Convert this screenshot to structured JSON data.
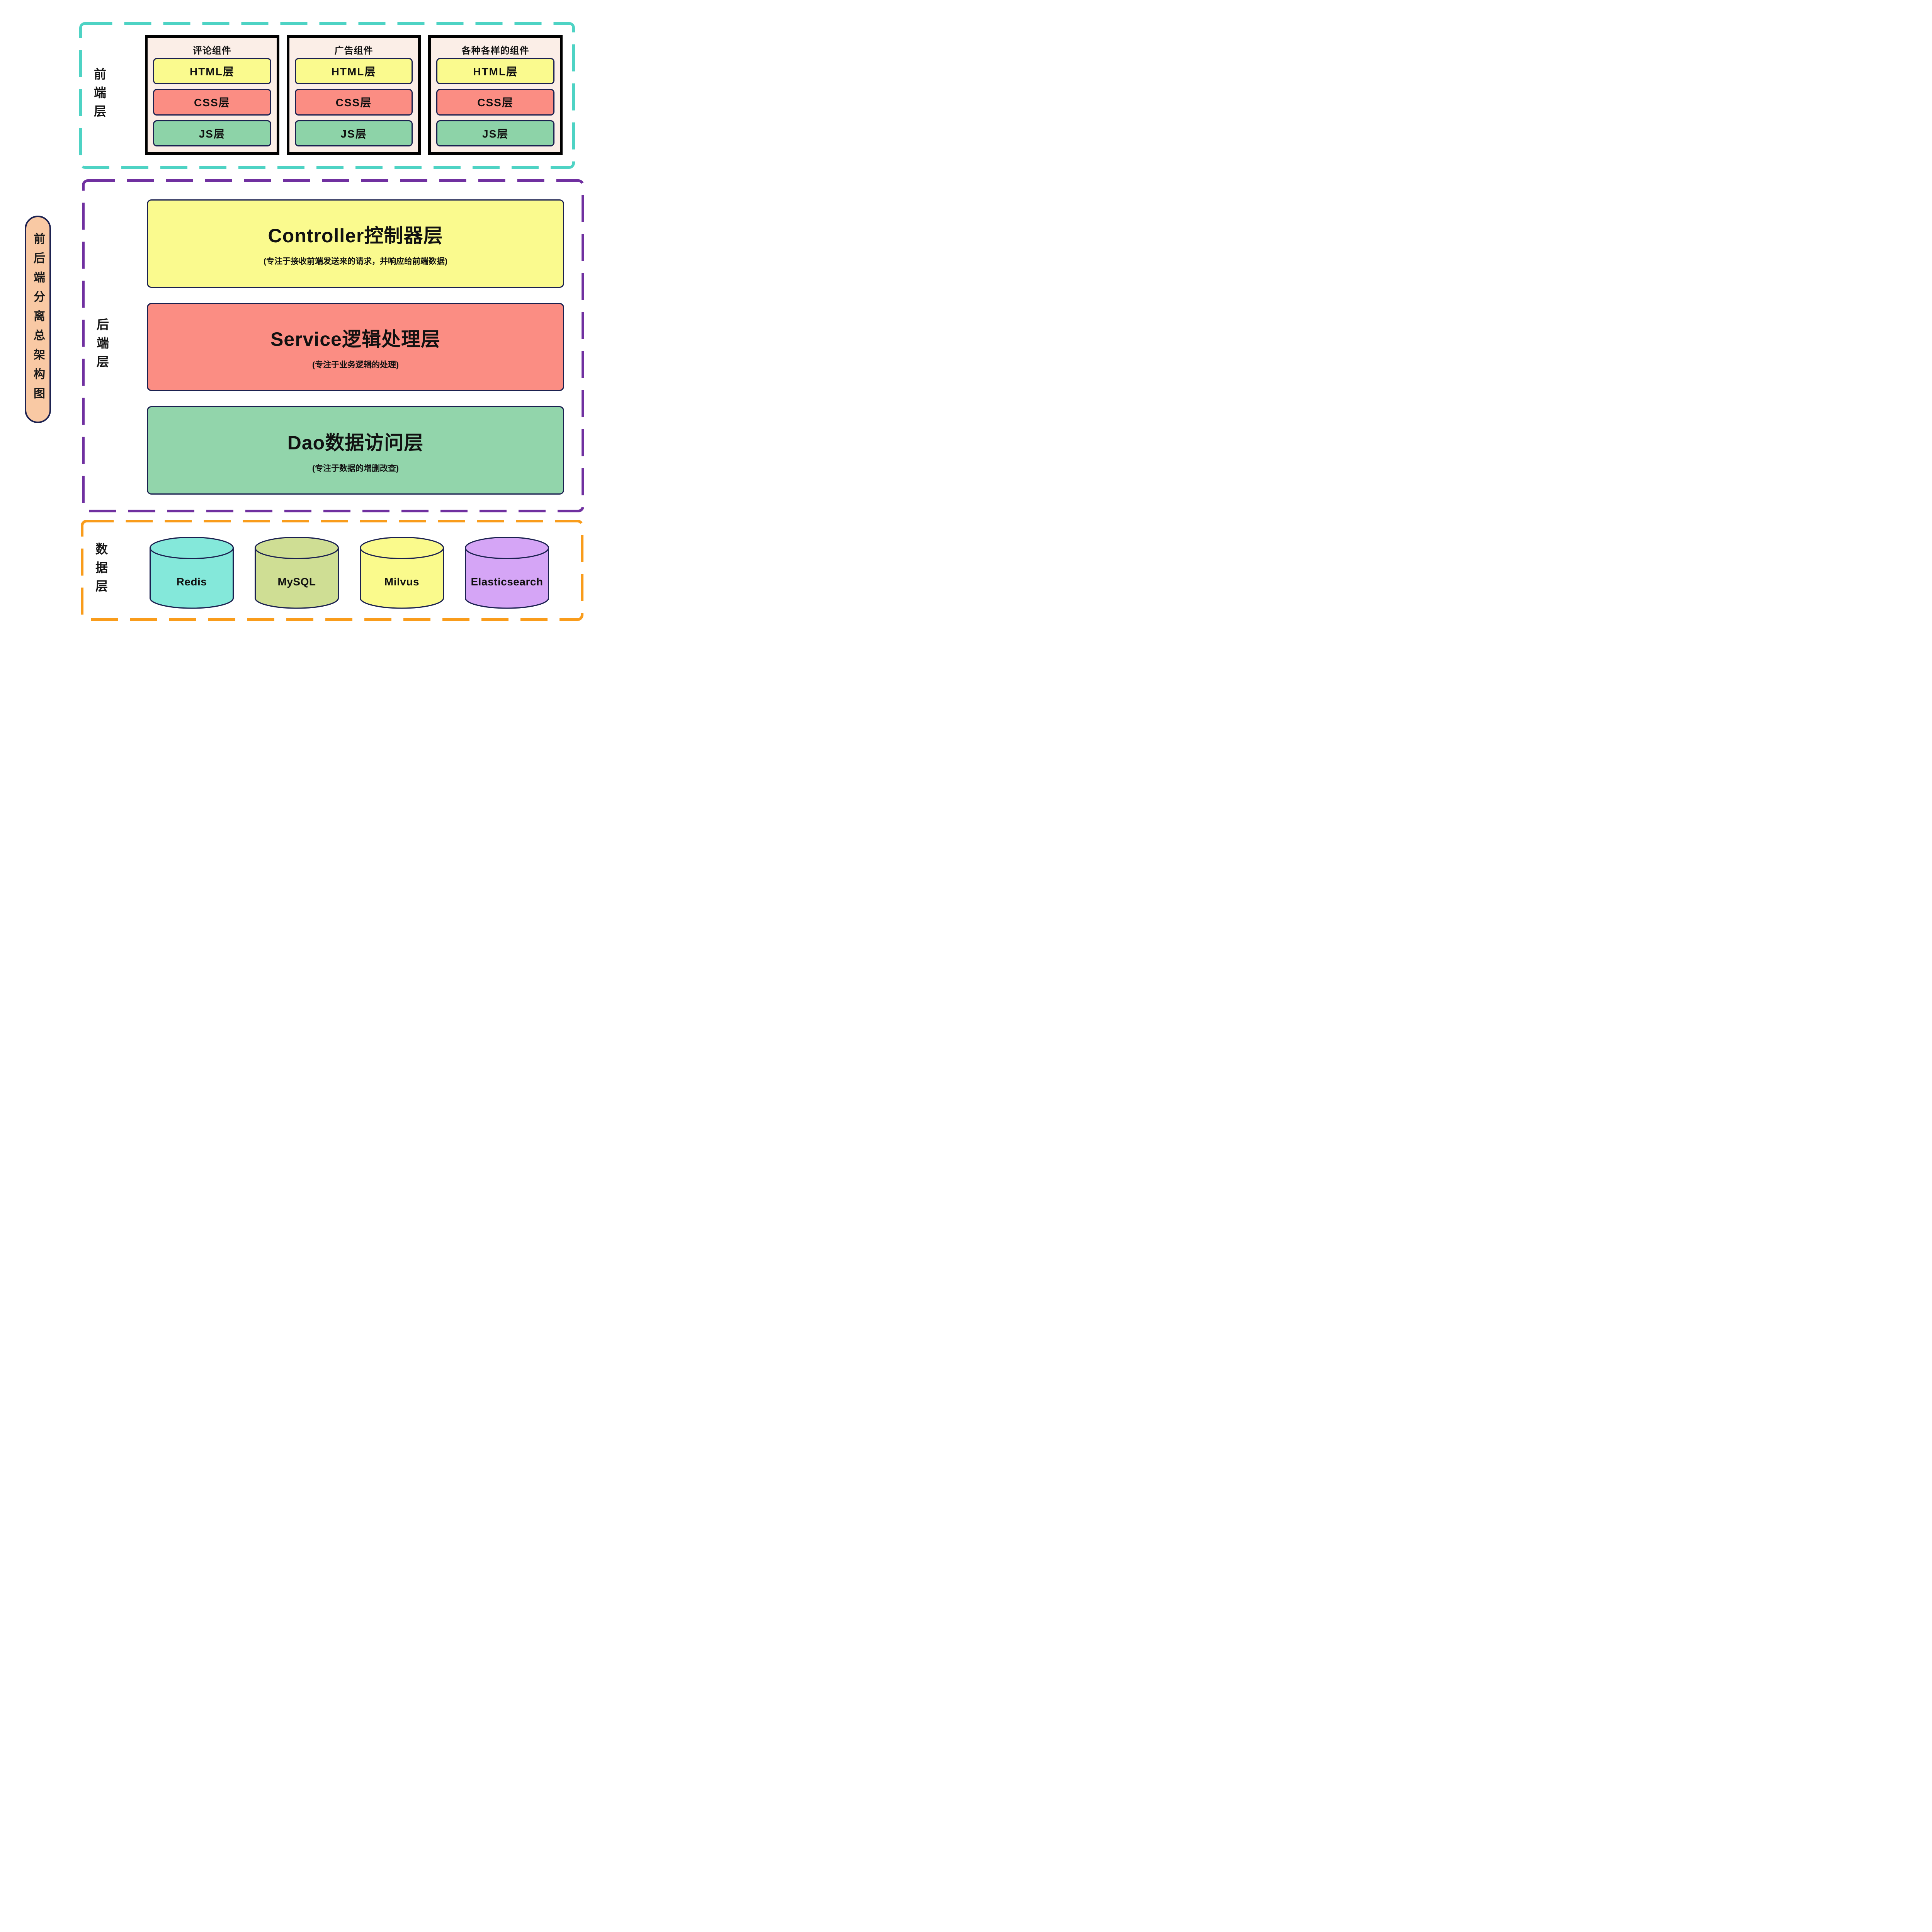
{
  "colors": {
    "outline_navy": "#1B2150",
    "card_border_black": "#000000",
    "background": "#FFFFFF"
  },
  "title_pill": {
    "text": "前后端分离总架构图",
    "color": "#F9C9A4"
  },
  "sections": {
    "frontend": {
      "label": "前端层",
      "border_color": "#4ED3C4",
      "card_bg": "#FBEEE7",
      "cards": [
        {
          "title": "评论组件",
          "layers": [
            {
              "label": "HTML层",
              "color": "#FAFA8E"
            },
            {
              "label": "CSS层",
              "color": "#FB8D83"
            },
            {
              "label": "JS层",
              "color": "#8DD3A8"
            }
          ]
        },
        {
          "title": "广告组件",
          "layers": [
            {
              "label": "HTML层",
              "color": "#FAFA8E"
            },
            {
              "label": "CSS层",
              "color": "#FB8D83"
            },
            {
              "label": "JS层",
              "color": "#8DD3A8"
            }
          ]
        },
        {
          "title": "各种各样的组件",
          "layers": [
            {
              "label": "HTML层",
              "color": "#FAFA8E"
            },
            {
              "label": "CSS层",
              "color": "#FB8D83"
            },
            {
              "label": "JS层",
              "color": "#8DD3A8"
            }
          ]
        }
      ]
    },
    "backend": {
      "label": "后端层",
      "border_color": "#7030A0",
      "layers": [
        {
          "title": "Controller控制器层",
          "subtitle": "(专注于接收前端发送来的请求，并响应给前端数据)",
          "color": "#FAFA8E"
        },
        {
          "title": "Service逻辑处理层",
          "subtitle": "(专注于业务逻辑的处理)",
          "color": "#FB8D83"
        },
        {
          "title": "Dao数据访问层",
          "subtitle": "(专注于数据的增删改查)",
          "color": "#92D5AB"
        }
      ]
    },
    "data": {
      "label": "数据层",
      "border_color": "#F99C1B",
      "databases": [
        {
          "label": "Redis",
          "color": "#84E8DA"
        },
        {
          "label": "MySQL",
          "color": "#CFDE94"
        },
        {
          "label": "Milvus",
          "color": "#FAFA8C"
        },
        {
          "label": "Elasticsearch",
          "color": "#D5A5F6"
        }
      ]
    }
  }
}
